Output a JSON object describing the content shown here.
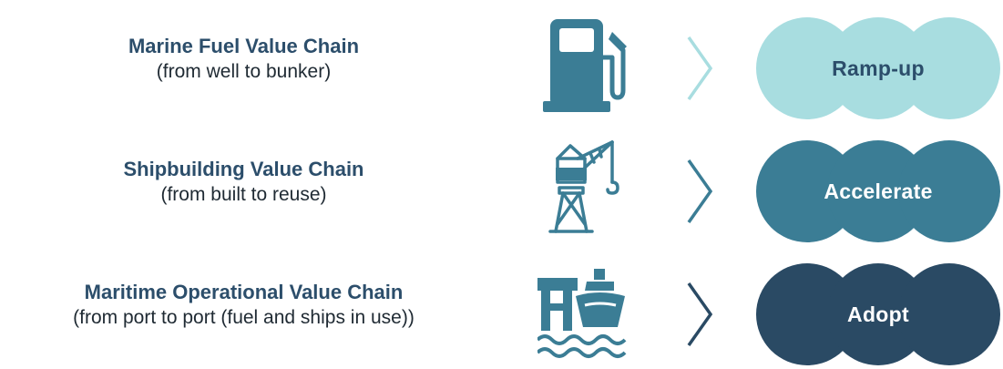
{
  "rows": [
    {
      "title": "Marine Fuel Value Chain",
      "subtitle": "(from well to bunker)",
      "icon": "fuel-pump-icon",
      "stage": "Ramp-up",
      "stage_color": "#a8dde0",
      "stage_text_color": "#2c4e6b",
      "icon_color": "#3b7d95",
      "chevron_color": "#a8dde0"
    },
    {
      "title": "Shipbuilding Value Chain",
      "subtitle": "(from built to reuse)",
      "icon": "crane-icon",
      "stage": "Accelerate",
      "stage_color": "#3b7d95",
      "stage_text_color": "#ffffff",
      "icon_color": "#3b7d95",
      "chevron_color": "#3b7d95"
    },
    {
      "title": "Maritime Operational Value Chain",
      "subtitle": "(from port to port (fuel and ships in use))",
      "icon": "port-and-ship-icon",
      "stage": "Adopt",
      "stage_color": "#2a4a64",
      "stage_text_color": "#ffffff",
      "icon_color": "#3b7d95",
      "chevron_color": "#2a4a64"
    }
  ]
}
